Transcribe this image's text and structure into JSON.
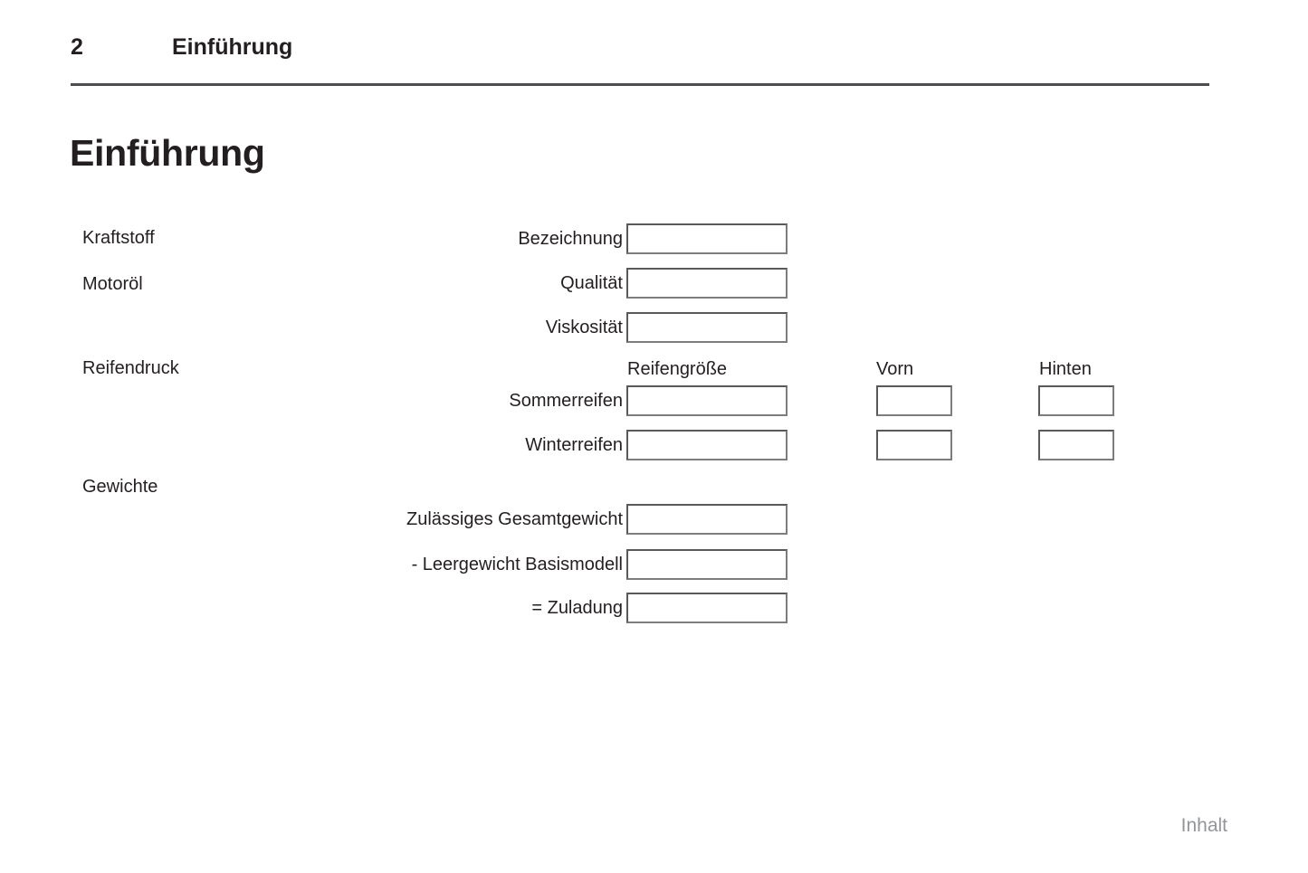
{
  "header": {
    "page_number": "2",
    "running_title": "Einführung"
  },
  "chapter": {
    "heading": "Einführung"
  },
  "groups": {
    "fuel": "Kraftstoff",
    "engine_oil": "Motoröl",
    "tyre_pressure": "Reifendruck",
    "weights": "Gewichte"
  },
  "columns": {
    "tyre_size": "Reifengröße",
    "front": "Vorn",
    "rear": "Hinten"
  },
  "fields": {
    "designation": {
      "label": "Bezeichnung",
      "value": ""
    },
    "quality": {
      "label": "Qualität",
      "value": ""
    },
    "viscosity": {
      "label": "Viskosität",
      "value": ""
    },
    "summer_tyres": {
      "label": "Sommerreifen",
      "size_value": "",
      "front_value": "",
      "rear_value": ""
    },
    "winter_tyres": {
      "label": "Winterreifen",
      "size_value": "",
      "front_value": "",
      "rear_value": ""
    },
    "gross_weight": {
      "label": "Zulässiges Gesamtgewicht",
      "value": ""
    },
    "kerb_weight": {
      "label": "- Leergewicht Basismodell",
      "value": ""
    },
    "payload": {
      "label": "= Zuladung",
      "value": ""
    }
  },
  "footer": {
    "contents_link": "Inhalt"
  },
  "colors": {
    "text": "#231f20",
    "rule": "#4d4d4f",
    "box_border": "#58595b",
    "footer_text": "#939598",
    "background": "#ffffff"
  }
}
